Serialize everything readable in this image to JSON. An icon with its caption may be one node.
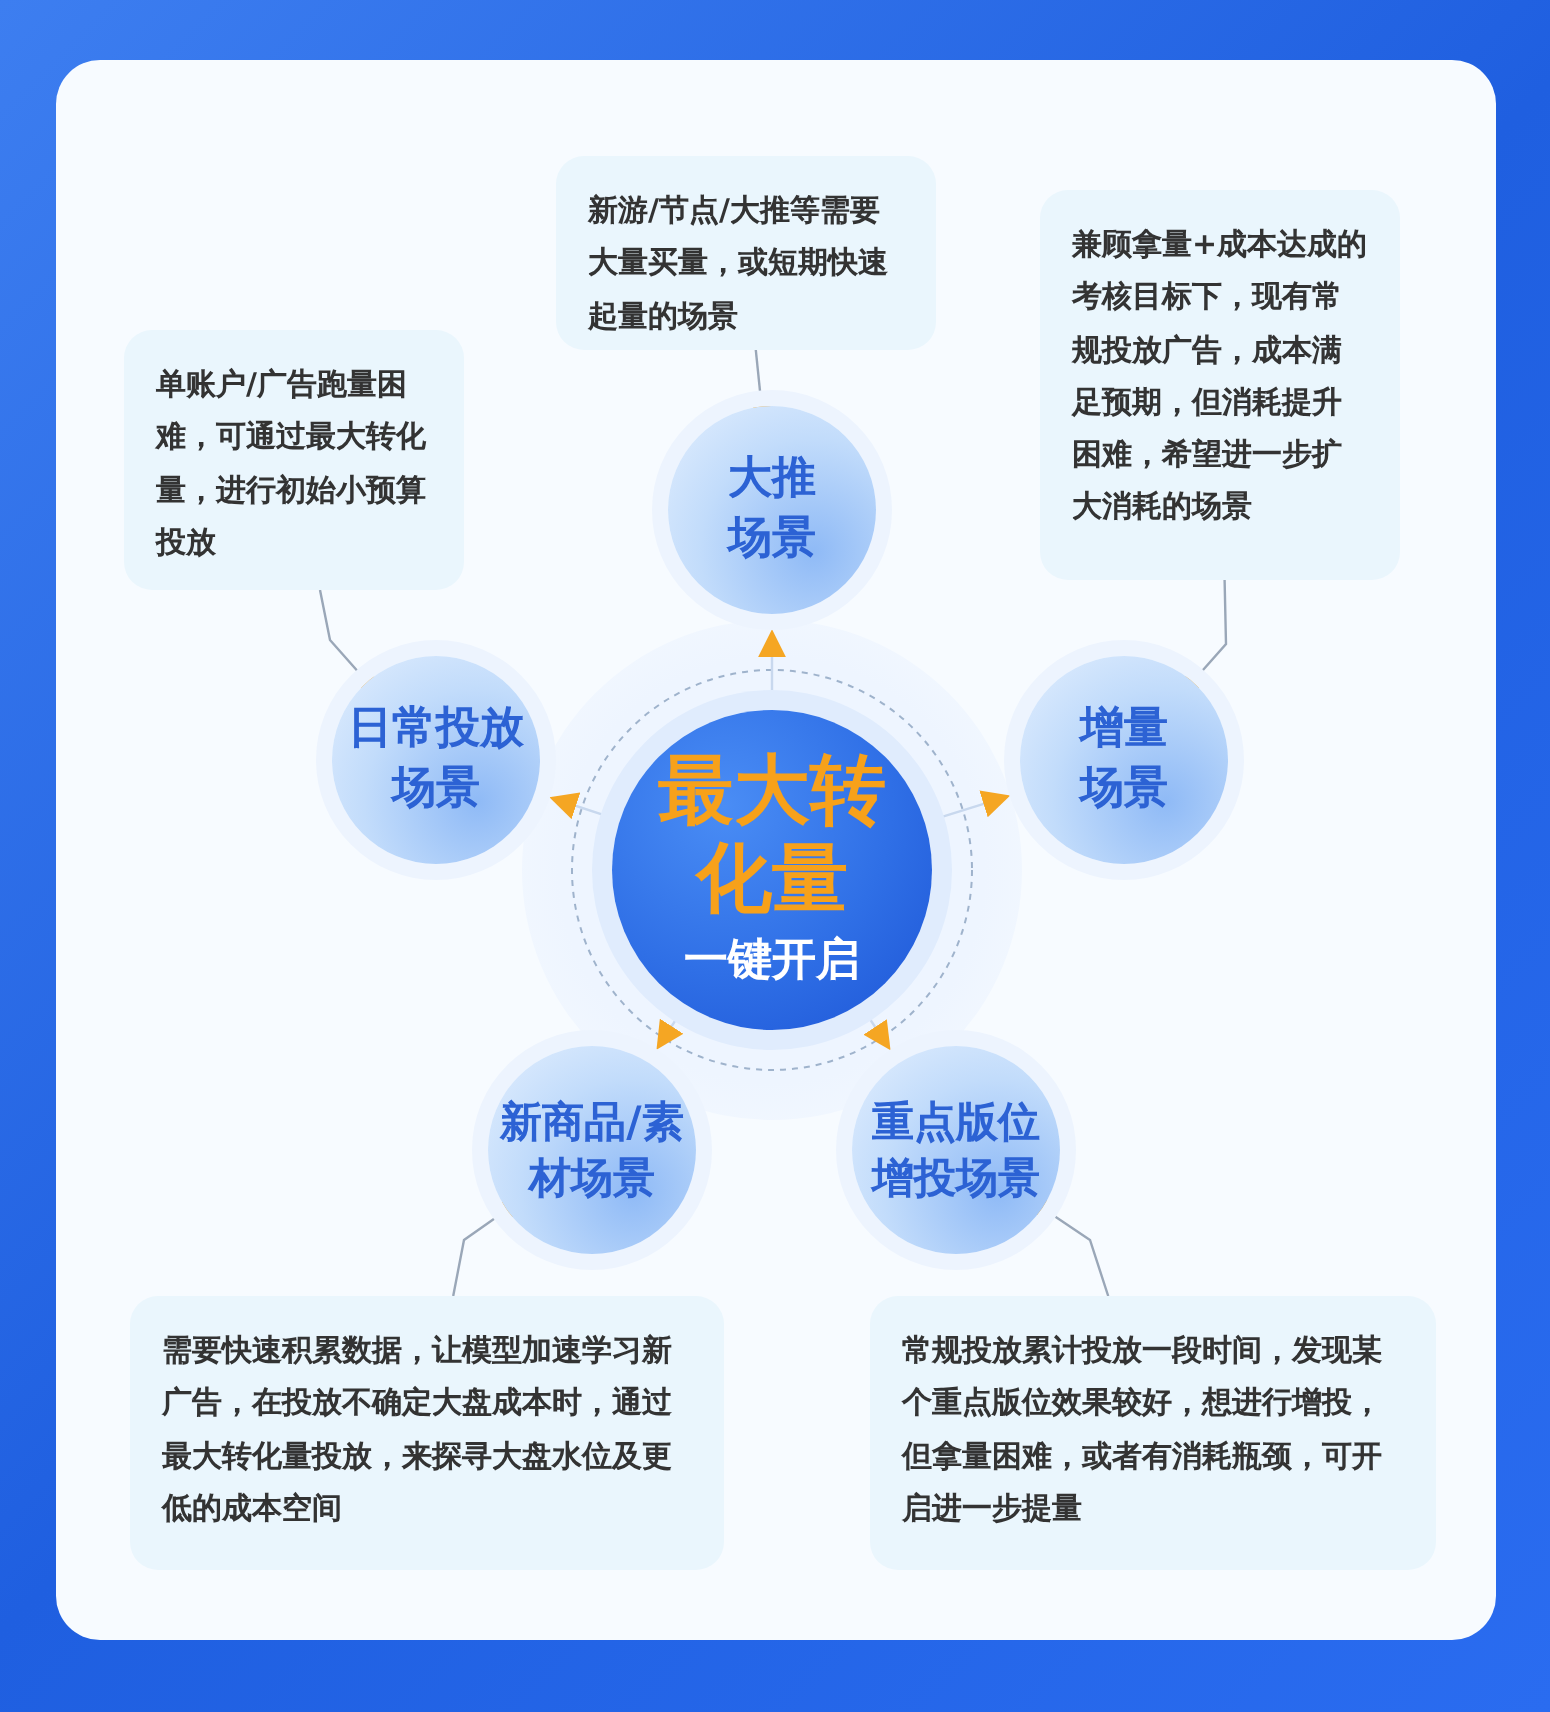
{
  "diagram": {
    "nodes": [
      {
        "text": [
          "最大转化量",
          "一键开启"
        ]
      },
      {
        "text": [
          "大推场景"
        ]
      },
      {
        "text": [
          "增量场景"
        ]
      },
      {
        "text": [
          "重点版位增投场景"
        ]
      },
      {
        "text": [
          "新商品/素材场景"
        ]
      },
      {
        "text": [
          "日常投放场景"
        ]
      },
      {
        "text": [
          "新游/节点/大推等需要大量买量，或短期快速起量的场景"
        ]
      },
      {
        "text": [
          "兼顾拿量+成本达成的考核目标下，现有常规投放广告，成本满足预期，但消耗提升困难，希望进一步扩大消耗的场景"
        ]
      },
      {
        "text": [
          "常规投放累计投放一段时间，发现某个重点版位效果较好，想进行增投，但拿量困难，或者有消耗瓶颈，可开启进一步提量"
        ]
      },
      {
        "text": [
          "需要快速积累数据，让模型加速学习新广告，在投放不确定大盘成本时，通过最大转化量投放，来探寻大盘水位及更低的成本空间"
        ]
      },
      {
        "text": [
          "单账户/广告跑量困难，可通过最大转化量，进行初始小预算投放"
        ]
      }
    ],
    "edges": [
      {
        "from": 0,
        "to": 1,
        "arrow": "to"
      },
      {
        "from": 0,
        "to": 2,
        "arrow": "to"
      },
      {
        "from": 0,
        "to": 3,
        "arrow": "to"
      },
      {
        "from": 0,
        "to": 4,
        "arrow": "to"
      },
      {
        "from": 0,
        "to": 5,
        "arrow": "to"
      },
      {
        "from": 6,
        "to": 1,
        "arrow": "other"
      },
      {
        "from": 7,
        "to": 2,
        "arrow": "other"
      },
      {
        "from": 8,
        "to": 3,
        "arrow": "other"
      },
      {
        "from": 9,
        "to": 4,
        "arrow": "other"
      },
      {
        "from": 10,
        "to": 5,
        "arrow": "other"
      }
    ]
  }
}
